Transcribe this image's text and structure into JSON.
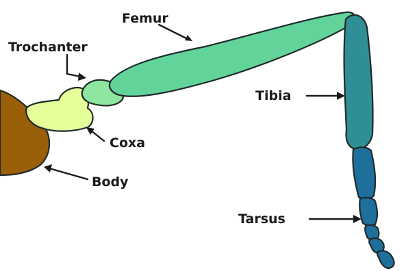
{
  "labels": {
    "femur": "Femur",
    "trochanter": "Trochanter",
    "tibia": "Tibia",
    "coxa": "Coxa",
    "body": "Body",
    "tarsus": "Tarsus"
  },
  "colors": {
    "body": "#9a5f08",
    "coxa": "#e5ff9a",
    "trochanter": "#8ee6a0",
    "femur": "#62d49a",
    "tibia": "#2f8f94",
    "tarsus": "#1f6f9c",
    "outline": "#1f2a2a",
    "text": "#1a1a1a"
  }
}
